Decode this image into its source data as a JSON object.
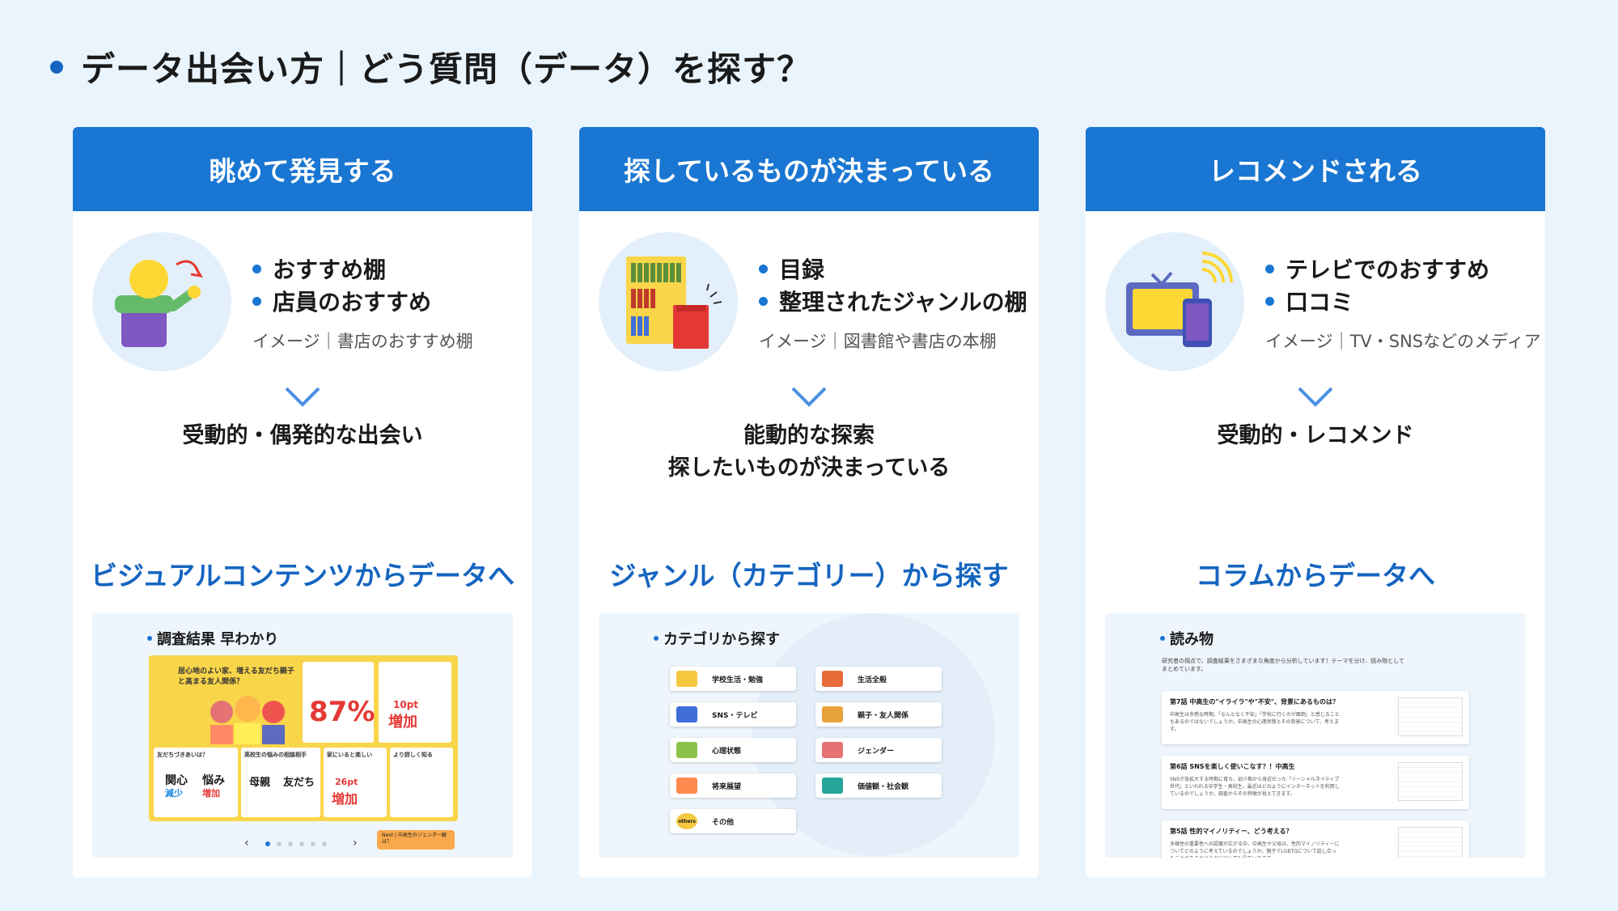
{
  "title": "データ出会い方｜どう質問（データ）を探す？",
  "cards": [
    {
      "header": "眺めて発見する",
      "bullets": [
        "おすすめ棚",
        "店員のおすすめ"
      ],
      "caption": "イメージ｜書店のおすすめ棚",
      "mode_lines": [
        "受動的・偶発的な出会い"
      ],
      "link": "ビジュアルコンテンツからデータへ",
      "preview": {
        "title": "調査結果 早わかり",
        "headline": "居心地のよい家、増える友だち親子と高まる友人関係？",
        "stat_87": "87%",
        "stat_10pt": "10pt",
        "stat_increase": "増加",
        "tile_labels": [
          "友だちづきあいは？",
          "高校生の悩みの相談相手",
          "家にいると楽しい",
          "より詳しく知る"
        ],
        "tile_words": [
          "関心",
          "悩み",
          "減少",
          "増加",
          "母親",
          "友だち",
          "26pt",
          "増加"
        ],
        "next": "Next | 中高生のジェンダー観は？"
      }
    },
    {
      "header": "探しているものが決まっている",
      "bullets": [
        "目録",
        "整理されたジャンルの棚"
      ],
      "caption": "イメージ｜図書館や書店の本棚",
      "mode_lines": [
        "能動的な探索",
        "探したいものが決まっている"
      ],
      "link": "ジャンル（カテゴリー）から探す",
      "preview": {
        "title": "カテゴリから探す",
        "categories": [
          {
            "label": "学校生活・勉強",
            "color": "#f5c842"
          },
          {
            "label": "生活全般",
            "color": "#e86b3a"
          },
          {
            "label": "SNS・テレビ",
            "color": "#3f6ed8"
          },
          {
            "label": "親子・友人関係",
            "color": "#e8a23a"
          },
          {
            "label": "心理状態",
            "color": "#8bc34a"
          },
          {
            "label": "ジェンダー",
            "color": "#e57373"
          },
          {
            "label": "将来展望",
            "color": "#ff8a50"
          },
          {
            "label": "価値観・社会観",
            "color": "#26a69a"
          },
          {
            "label": "その他",
            "color": "#f5c842"
          }
        ],
        "others_badge": "others"
      }
    },
    {
      "header": "レコメンドされる",
      "bullets": [
        "テレビでのおすすめ",
        "口コミ"
      ],
      "caption": "イメージ｜TV・SNSなどのメディア",
      "mode_lines": [
        "受動的・レコメンド"
      ],
      "link": "コラムからデータへ",
      "preview": {
        "title": "読み物",
        "intro": "研究者の視点で、調査結果をさまざまな角度から分析しています！テーマを分け、読み物としてまとめています。",
        "articles": [
          {
            "title": "第7話 中高生の\"イライラ\"や\"不安\"、背景にあるものは？",
            "body": "中高生は多感な時期。「なんとなく不安」「学校に行くのが面倒」と感じることもあるのではないでしょうか。中高生の心理状態とその背景について、考えます。"
          },
          {
            "title": "第6話 SNSを楽しく使いこなす？！中高生",
            "body": "SNSが急拡大する時期に育ち、幼少期から身近だった「ソーシャルネイティブ世代」といわれる中学生・高校生。最近はどのようにインターネットを利用しているのでしょうか。調査からその特徴が見えてきます。"
          },
          {
            "title": "第5話 性的マイノリティー、どう考える？",
            "body": "多様性の重要性への認識が広がる中、中高生や父母は、性的マイノリティーについてどのように考えているのでしょうか。親子でLGBTQについて話し合ったことがあるかどうかについても見ていきます。"
          }
        ]
      }
    }
  ],
  "colors": {
    "accent": "#1976d2",
    "link": "#1565c0",
    "background": "#eaf4fd"
  }
}
